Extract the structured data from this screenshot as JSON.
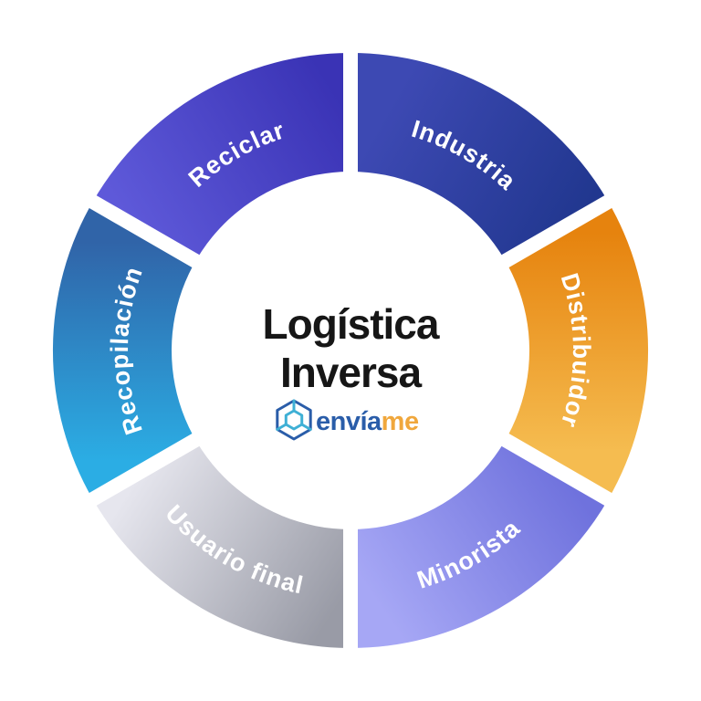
{
  "diagram": {
    "name": "Logística Inversa cycle diagram",
    "title": {
      "line1": "Logística",
      "line2": "Inversa",
      "color": "#161616"
    },
    "segments": [
      {
        "id": "industria",
        "label": "Industria",
        "gradient_start": "#3d49b3",
        "gradient_end": "#21378f",
        "label_color": "#ffffff"
      },
      {
        "id": "distribuidor",
        "label": "Distribuidor",
        "gradient_start": "#e6830e",
        "gradient_end": "#f5bc50",
        "label_color": "#ffffff"
      },
      {
        "id": "minorista",
        "label": "Minorista",
        "gradient_start": "#6f72dd",
        "gradient_end": "#a6a7f5",
        "label_color": "#ffffff"
      },
      {
        "id": "usuario-final",
        "label": "Usuario final",
        "gradient_start": "#e6e6ee",
        "gradient_end": "#999ba6",
        "label_color": "#ffffff"
      },
      {
        "id": "recopilacion",
        "label": "Recopilación",
        "gradient_start": "#3064a8",
        "gradient_end": "#2bade4",
        "label_color": "#ffffff"
      },
      {
        "id": "reciclar",
        "label": "Reciclar",
        "gradient_start": "#5e59d9",
        "gradient_end": "#3a33b5",
        "label_color": "#ffffff"
      }
    ]
  },
  "logo": {
    "brand_primary": "envía",
    "brand_secondary": "me",
    "color_primary": "#2a5da9",
    "color_secondary": "#f0a73c",
    "icon_color_dark": "#2a5da9",
    "icon_color_light": "#3fb0d5"
  }
}
